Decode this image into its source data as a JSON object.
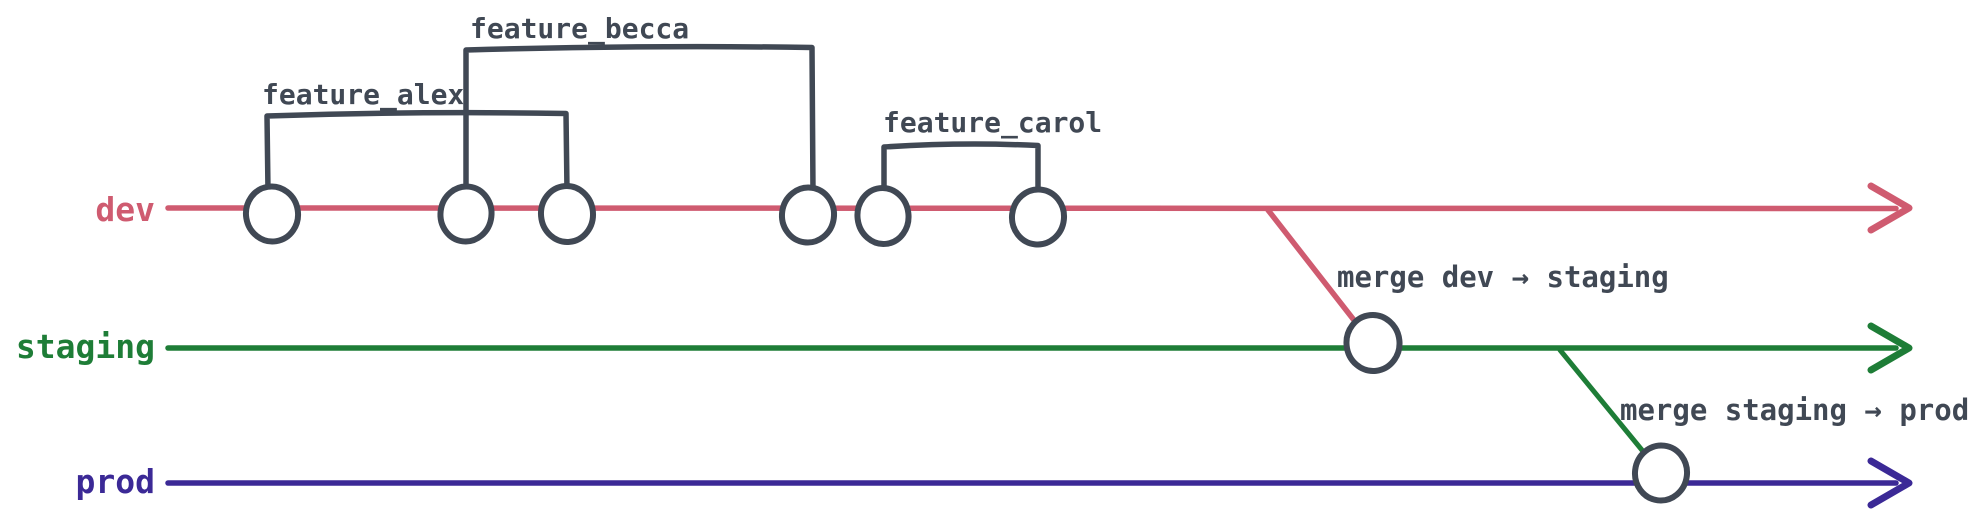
{
  "diagram": {
    "type": "git-branching-flow",
    "background": "#ffffff",
    "ink": "#404854",
    "branches": [
      {
        "name": "dev",
        "color": "#cf5b70",
        "commit_nodes": 6
      },
      {
        "name": "staging",
        "color": "#1e7d37",
        "commit_nodes": 1
      },
      {
        "name": "prod",
        "color": "#3b2996",
        "commit_nodes": 1
      }
    ],
    "features": [
      {
        "label": "feature_alex",
        "branch": "dev",
        "commits_spanned": 2
      },
      {
        "label": "feature_becca",
        "branch": "dev",
        "commits_spanned": 2
      },
      {
        "label": "feature_carol",
        "branch": "dev",
        "commits_spanned": 2
      }
    ],
    "merges": [
      {
        "label": "merge dev → staging",
        "from": "dev",
        "to": "staging"
      },
      {
        "label": "merge staging → prod",
        "from": "staging",
        "to": "prod"
      }
    ]
  }
}
